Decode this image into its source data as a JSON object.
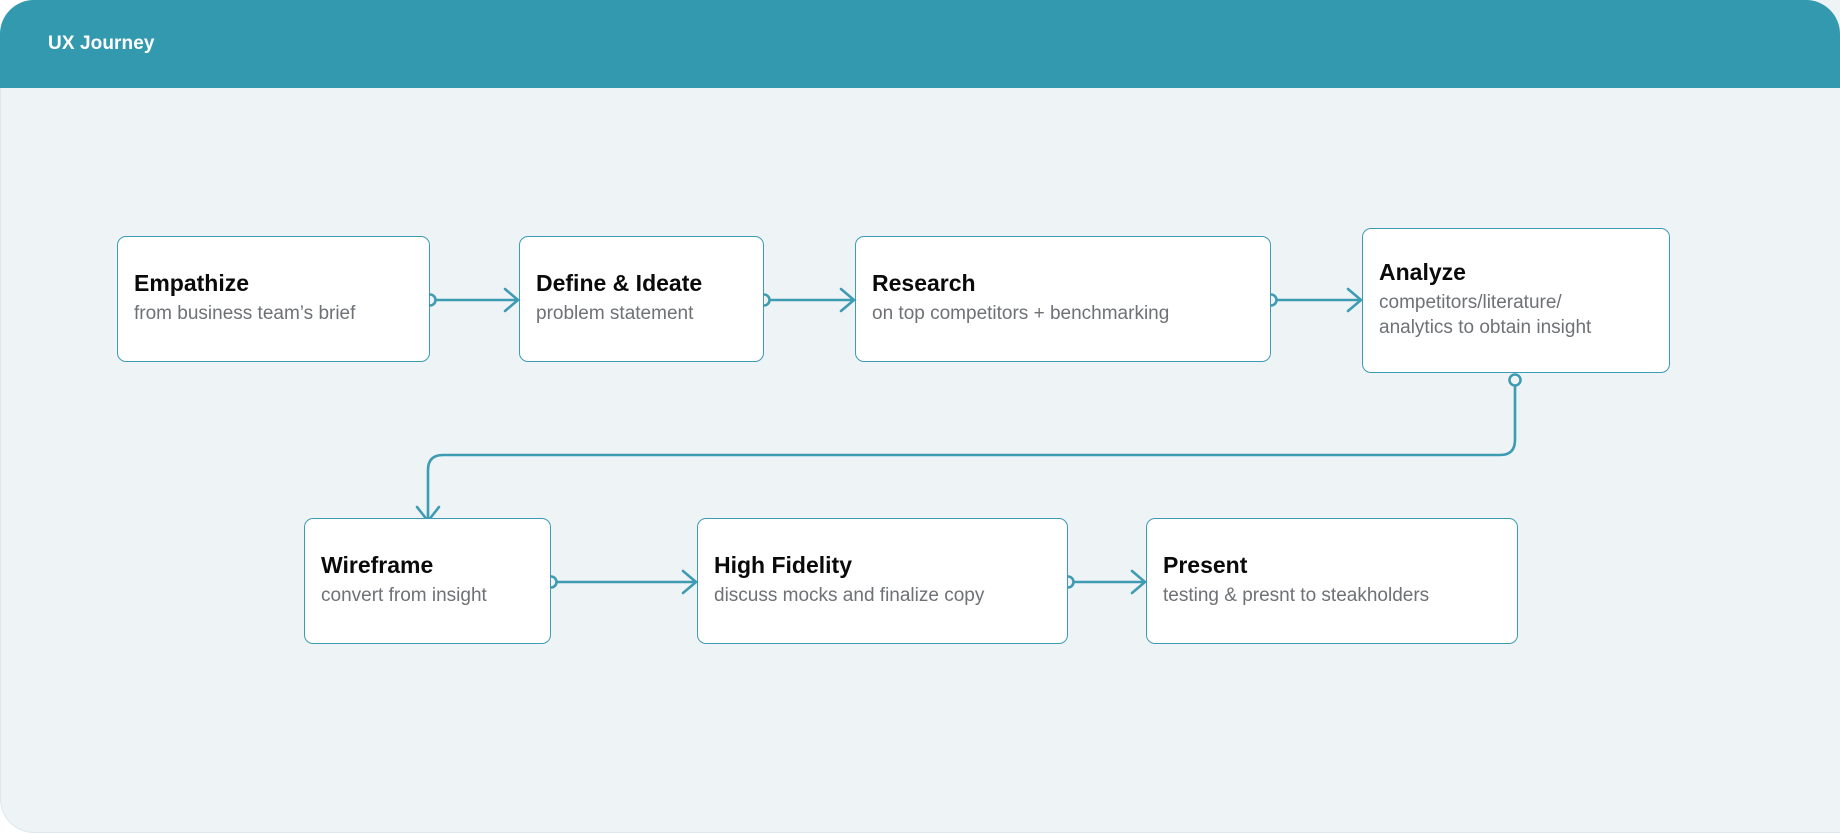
{
  "header": {
    "title": "UX Journey",
    "background_color": "#3299ae",
    "text_color": "#ffffff"
  },
  "canvas": {
    "background_color": "#eef3f6",
    "node_border_color": "#3e9cb2",
    "node_background_color": "#ffffff",
    "edge_color": "#3e9cb2",
    "title_color": "#0a0a0a",
    "subtitle_color": "#6e7175"
  },
  "diagram": {
    "type": "flowchart",
    "nodes": [
      {
        "id": "empathize",
        "title": "Empathize",
        "subtitle": "from business team’s brief"
      },
      {
        "id": "define",
        "title": "Define & Ideate",
        "subtitle": "problem statement"
      },
      {
        "id": "research",
        "title": "Research",
        "subtitle": "on top competitors + benchmarking"
      },
      {
        "id": "analyze",
        "title": "Analyze",
        "subtitle": "competitors/literature/\nanalytics to obtain insight"
      },
      {
        "id": "wireframe",
        "title": "Wireframe",
        "subtitle": "convert from insight"
      },
      {
        "id": "highfidelity",
        "title": "High Fidelity",
        "subtitle": "discuss mocks and finalize copy"
      },
      {
        "id": "present",
        "title": "Present",
        "subtitle": "testing & presnt to steakholders"
      }
    ],
    "edges": [
      {
        "from": "empathize",
        "to": "define",
        "style": "straight"
      },
      {
        "from": "define",
        "to": "research",
        "style": "straight"
      },
      {
        "from": "research",
        "to": "analyze",
        "style": "straight"
      },
      {
        "from": "analyze",
        "to": "wireframe",
        "style": "elbow"
      },
      {
        "from": "wireframe",
        "to": "highfidelity",
        "style": "straight"
      },
      {
        "from": "highfidelity",
        "to": "present",
        "style": "straight"
      }
    ]
  }
}
